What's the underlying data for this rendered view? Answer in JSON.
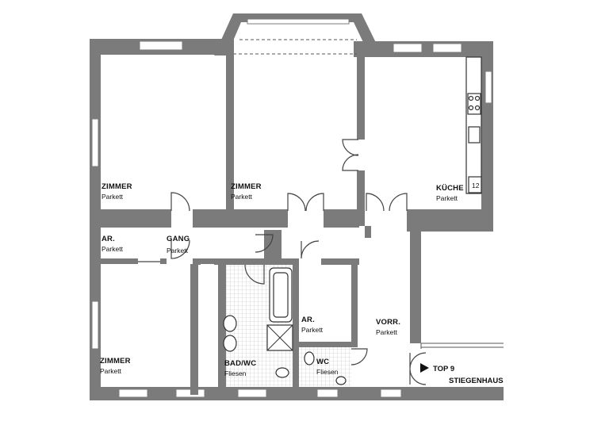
{
  "rooms": {
    "zimmer_nw": {
      "name": "ZIMMER",
      "floor": "Parkett"
    },
    "zimmer_n": {
      "name": "ZIMMER",
      "floor": "Parkett"
    },
    "kueche": {
      "name": "KÜCHE",
      "floor": "Parkett"
    },
    "ar_w": {
      "name": "AR.",
      "floor": "Parkett"
    },
    "gang": {
      "name": "GANG",
      "floor": "Parkett"
    },
    "zimmer_sw": {
      "name": "ZIMMER",
      "floor": "Parkett"
    },
    "bad_wc": {
      "name": "BAD/WC",
      "floor": "Fliesen"
    },
    "ar_c": {
      "name": "AR.",
      "floor": "Parkett"
    },
    "wc": {
      "name": "WC",
      "floor": "Fliesen"
    },
    "vorr": {
      "name": "VORR.",
      "floor": "Parkett"
    }
  },
  "stove_number": "12",
  "top_label": "TOP 9",
  "stairs_label": "STIEGENHAUS"
}
